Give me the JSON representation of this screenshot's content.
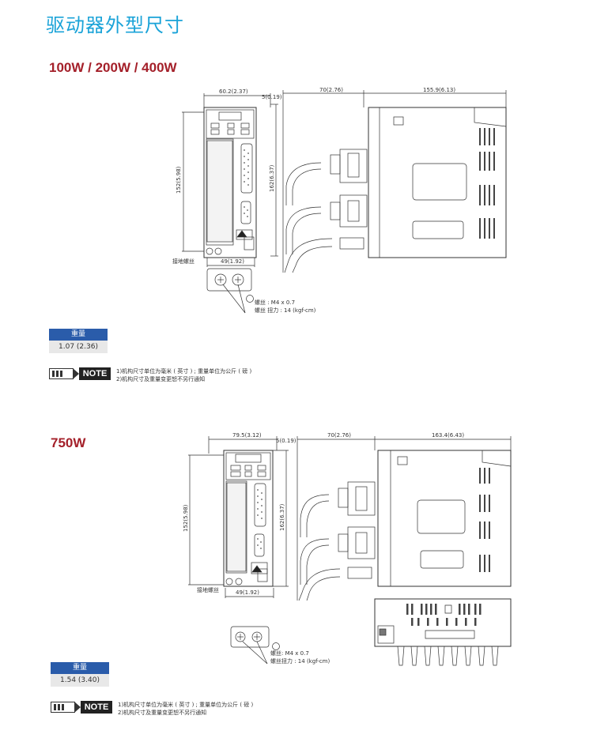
{
  "page_title": "驱动器外型尺寸",
  "sections": [
    {
      "title": "100W / 200W / 400W",
      "dims": {
        "width": "60.2(2.37)",
        "offset": "5(0.19)",
        "height_inner": "152(5.98)",
        "height_outer": "162(6.37)",
        "base": "49(1.92)",
        "cable": "70(2.76)",
        "depth": "155.9(6.13)"
      },
      "ground_screw_label": "接地螺丝",
      "screw_spec": "螺丝 : M4 x 0.7",
      "screw_torque": "螺丝 扭力 : 14 (kgf-cm)",
      "weight_header": "重量",
      "weight_value": "1.07 (2.36)",
      "note_label": "NOTE",
      "note_line1": "1)机构尺寸单位为毫米 ( 英寸 ) ; 重量单位为公斤 ( 磅 )",
      "note_line2": "2)机构尺寸及重量变更恕不另行通知"
    },
    {
      "title": "750W",
      "dims": {
        "width": "79.5(3.12)",
        "offset": "5(0.19)",
        "height_inner": "152(5.98)",
        "height_outer": "162(6.37)",
        "base": "49(1.92)",
        "cable": "70(2.76)",
        "depth": "163.4(6.43)"
      },
      "ground_screw_label": "接地螺丝",
      "screw_spec": "螺丝: M4 x 0.7",
      "screw_torque": "螺丝扭力 : 14 (kgf-cm)",
      "weight_header": "重量",
      "weight_value": "1.54 (3.40)",
      "note_label": "NOTE",
      "note_line1": "1)机构尺寸单位为毫米 ( 英寸 ) ; 重量单位为公斤 ( 磅 )",
      "note_line2": "2)机构尺寸及重量变更恕不另行通知"
    }
  ]
}
